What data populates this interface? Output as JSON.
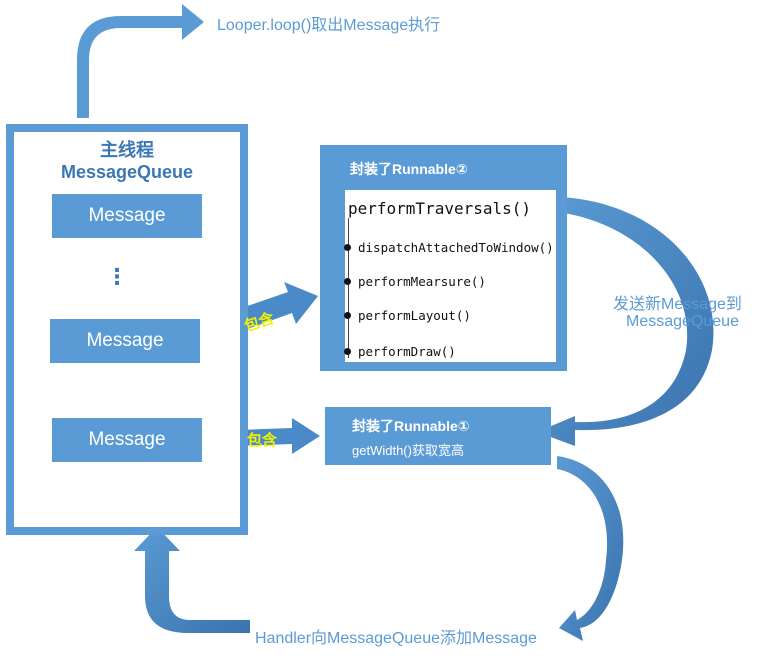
{
  "main_thread": {
    "title": "主线程",
    "subtitle": "MessageQueue",
    "messages": [
      "Message",
      "Message",
      "Message"
    ],
    "ellipsis": "⋮"
  },
  "looper_label": "Looper.loop()取出Message执行",
  "runnable2": {
    "title": "封装了Runnable②",
    "main_call": "performTraversals()",
    "calls": [
      "dispatchAttachedToWindow()",
      "performMearsure()",
      "performLayout()",
      "performDraw()"
    ]
  },
  "runnable1": {
    "title": "封装了Runnable①",
    "subtitle": "getWidth()获取宽高"
  },
  "send_label": [
    "发送新Message到",
    "MessageQueue"
  ],
  "handler_label": "Handler向MessageQueue添加Message",
  "contain_labels": [
    "包含",
    "包含"
  ],
  "colors": {
    "accent": "#5b9bd5",
    "dark_accent": "#3f7fbf",
    "contain_text": "#f2f200"
  }
}
